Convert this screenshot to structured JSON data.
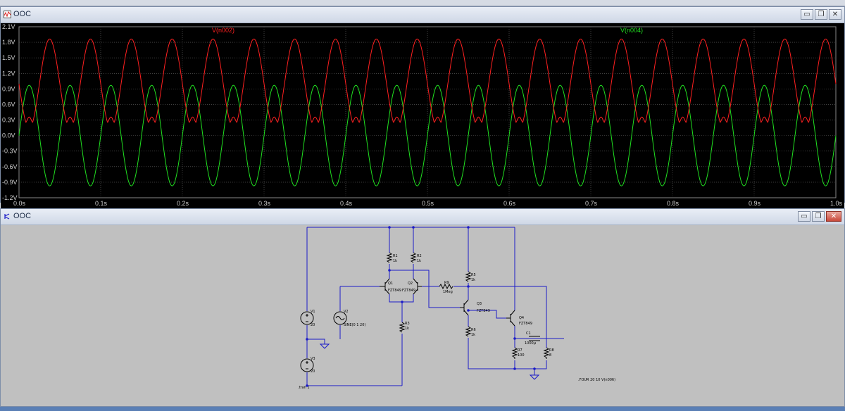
{
  "waveform_window": {
    "title": "OOC",
    "buttons": {
      "minimize": "▭",
      "restore": "❐",
      "close": "✕"
    }
  },
  "schematic_window": {
    "title": "OOC",
    "buttons": {
      "minimize": "▭",
      "restore": "❐",
      "close": "✕"
    }
  },
  "chart_data": {
    "type": "line",
    "series": [
      {
        "name": "V(n002)",
        "color": "#ff2020",
        "shape": "fundamental offset sine with small bumps at troughs",
        "frequency_hz": 20,
        "max": 1.88,
        "min": 0.12
      },
      {
        "name": "V(n004)",
        "color": "#20e020",
        "shape": "sine",
        "frequency_hz": 20,
        "amplitude": 0.97,
        "offset": 0.0
      }
    ],
    "xlim": [
      0,
      1.0
    ],
    "ylim": [
      -1.2,
      2.1
    ],
    "x_ticks": [
      "0.0s",
      "0.1s",
      "0.2s",
      "0.3s",
      "0.4s",
      "0.5s",
      "0.6s",
      "0.7s",
      "0.8s",
      "0.9s",
      "1.0s"
    ],
    "y_ticks": [
      "2.1V",
      "1.8V",
      "1.5V",
      "1.2V",
      "0.9V",
      "0.6V",
      "0.3V",
      "0.0V",
      "-0.3V",
      "-0.6V",
      "-0.9V",
      "-1.2V"
    ],
    "grid": true,
    "background": "#000000"
  },
  "schematic": {
    "components": {
      "R1": {
        "name": "R1",
        "value": "1k"
      },
      "R2": {
        "name": "R2",
        "value": "1k"
      },
      "R3": {
        "name": "R3",
        "value": "1k"
      },
      "R5": {
        "name": "R5",
        "value": "1k"
      },
      "R6": {
        "name": "R6",
        "value": "1k"
      },
      "R7": {
        "name": "R7",
        "value": "100"
      },
      "R8": {
        "name": "R8",
        "value": "8"
      },
      "R9": {
        "name": "R9",
        "value": "1Meg"
      },
      "C1": {
        "name": "C1",
        "value": "1000µ"
      },
      "Q1": {
        "name": "Q1",
        "value": "FZT849"
      },
      "Q2": {
        "name": "Q2",
        "value": "FZT849"
      },
      "Q3": {
        "name": "Q3",
        "value": "FZT849"
      },
      "Q4": {
        "name": "Q4",
        "value": "FZT849"
      },
      "V1": {
        "name": "V1",
        "value": "20"
      },
      "V2": {
        "name": "V2",
        "value": "SINE(0 1 20)"
      },
      "V3": {
        "name": "V3",
        "value": "20"
      }
    },
    "directives": {
      "tran": ".tran 1",
      "four": ".FOUR 20 10 V(n006)"
    },
    "wire_color": "#1c1cc8"
  }
}
